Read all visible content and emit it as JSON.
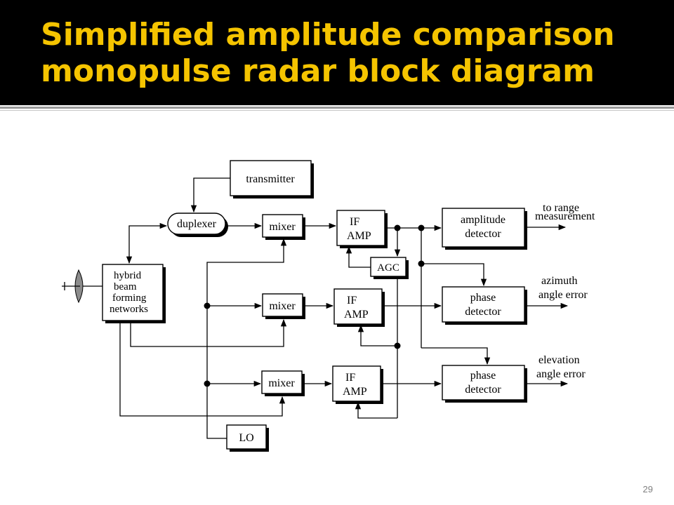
{
  "slide": {
    "title": "Simplified amplitude comparison monopulse radar block diagram",
    "page_number": "29"
  },
  "colors": {
    "title_bg": "#000000",
    "title_text": "#f5c400"
  },
  "diagram": {
    "transmitter": "transmitter",
    "duplexer": "duplexer",
    "hybrid": [
      "hybrid",
      "beam",
      "forming",
      "networks"
    ],
    "mixer": "mixer",
    "if_amp": [
      "IF",
      "AMP"
    ],
    "agc": "AGC",
    "lo": "LO",
    "amplitude_detector": [
      "amplitude",
      "detector"
    ],
    "phase_detector": [
      "phase",
      "detector"
    ],
    "outputs": {
      "range": [
        "to range",
        "measurement"
      ],
      "azimuth": [
        "azimuth",
        "angle error"
      ],
      "elevation": [
        "elevation",
        "angle error"
      ]
    }
  }
}
